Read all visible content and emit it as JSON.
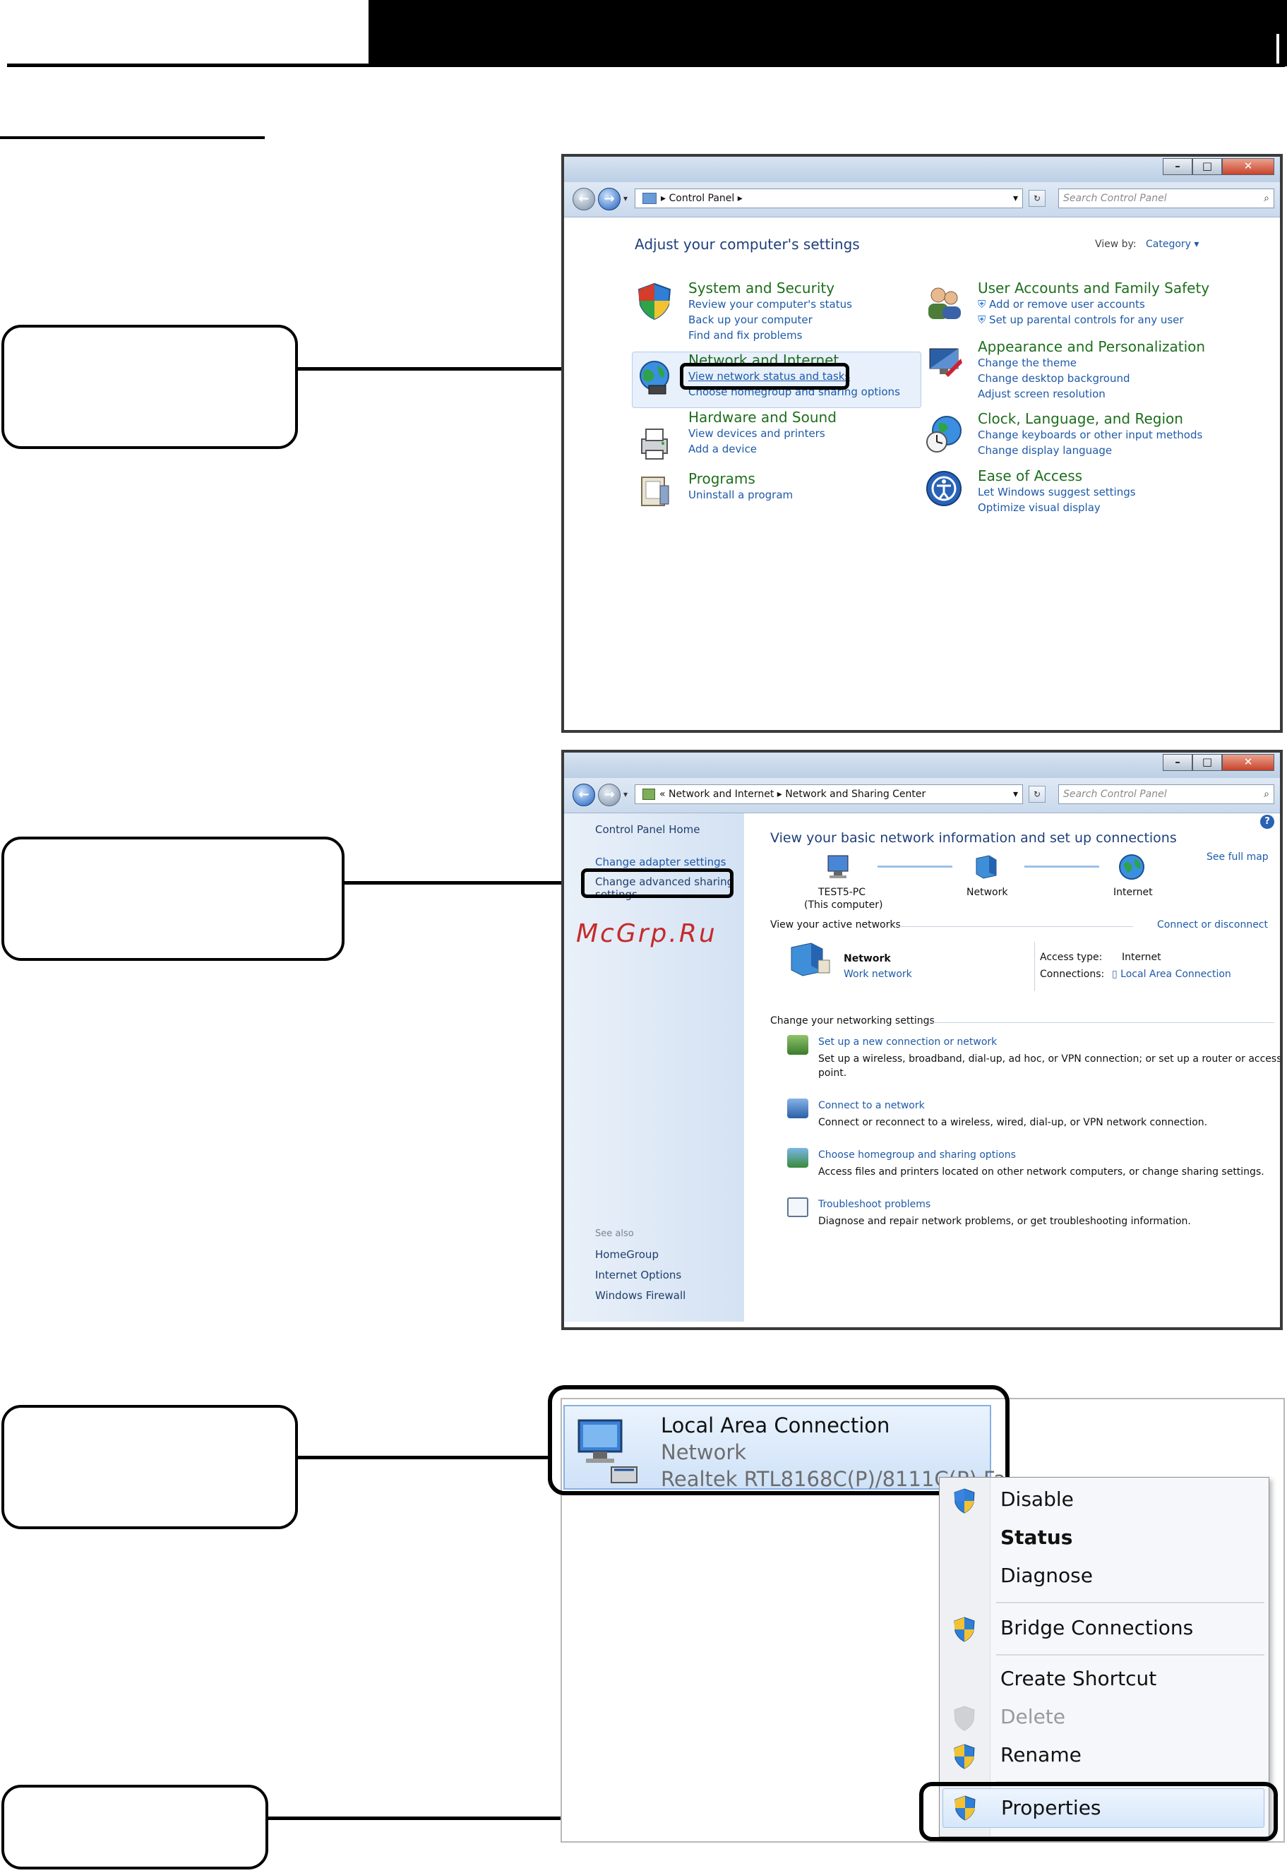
{
  "watermark": "McGrp.Ru",
  "control_panel": {
    "address": "Control Panel",
    "search_placeholder": "Search Control Panel",
    "heading": "Adjust your computer's settings",
    "view_by_label": "View by:",
    "view_by_value": "Category",
    "categories_left": [
      {
        "title": "System and Security",
        "links": [
          "Review your computer's status",
          "Back up your computer",
          "Find and fix problems"
        ]
      },
      {
        "title": "Network and Internet",
        "links": [
          "View network status and tasks",
          "Choose homegroup and sharing options"
        ]
      },
      {
        "title": "Hardware and Sound",
        "links": [
          "View devices and printers",
          "Add a device"
        ]
      },
      {
        "title": "Programs",
        "links": [
          "Uninstall a program"
        ]
      }
    ],
    "categories_right": [
      {
        "title": "User Accounts and Family Safety",
        "links": [
          "Add or remove user accounts",
          "Set up parental controls for any user"
        ]
      },
      {
        "title": "Appearance and Personalization",
        "links": [
          "Change the theme",
          "Change desktop background",
          "Adjust screen resolution"
        ]
      },
      {
        "title": "Clock, Language, and Region",
        "links": [
          "Change keyboards or other input methods",
          "Change display language"
        ]
      },
      {
        "title": "Ease of Access",
        "links": [
          "Let Windows suggest settings",
          "Optimize visual display"
        ]
      }
    ]
  },
  "network_center": {
    "address_prefix": "«",
    "address_part1": "Network and Internet",
    "address_part2": "Network and Sharing Center",
    "search_placeholder": "Search Control Panel",
    "help": "?",
    "sidebar": {
      "home": "Control Panel Home",
      "change_adapter": "Change adapter settings",
      "change_advanced_1": "Change advanced sharing",
      "change_advanced_2": "settings",
      "see_also": "See also",
      "see_also_items": [
        "HomeGroup",
        "Internet Options",
        "Windows Firewall"
      ]
    },
    "heading": "View your basic network information and set up connections",
    "see_full_map": "See full map",
    "map": {
      "computer": "TEST5-PC",
      "computer_sub": "(This computer)",
      "network": "Network",
      "internet": "Internet"
    },
    "active_networks_label": "View your active networks",
    "connect_or_disconnect": "Connect or disconnect",
    "active": {
      "name": "Network",
      "type": "Work network",
      "access_type_label": "Access type:",
      "access_type_value": "Internet",
      "connections_label": "Connections:",
      "connections_value": "Local Area Connection"
    },
    "change_settings_label": "Change your networking settings",
    "tasks": [
      {
        "title": "Set up a new connection or network",
        "desc": "Set up a wireless, broadband, dial-up, ad hoc, or VPN connection; or set up a router or access",
        "desc2": "point."
      },
      {
        "title": "Connect to a network",
        "desc": "Connect or reconnect to a wireless, wired, dial-up, or VPN network connection.",
        "desc2": ""
      },
      {
        "title": "Choose homegroup and sharing options",
        "desc": "Access files and printers located on other network computers, or change sharing settings.",
        "desc2": ""
      },
      {
        "title": "Troubleshoot problems",
        "desc": "Diagnose and repair network problems, or get troubleshooting information.",
        "desc2": ""
      }
    ]
  },
  "connection": {
    "name": "Local Area Connection",
    "network": "Network",
    "adapter": "Realtek RTL8168C(P)/8111C(P) Fa"
  },
  "context_menu": {
    "items": [
      "Disable",
      "Status",
      "Diagnose",
      "Bridge Connections",
      "Create Shortcut",
      "Delete",
      "Rename",
      "Properties"
    ]
  },
  "colors": {
    "link": "#1e5aa8",
    "category": "#1e6e1e",
    "watermark": "#c52b2b"
  }
}
